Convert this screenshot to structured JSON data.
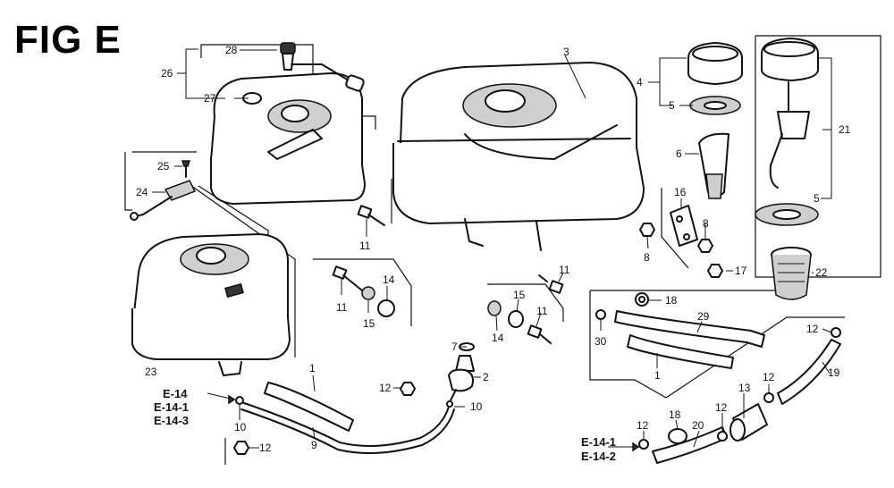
{
  "figure": {
    "title": "FIG E"
  },
  "callouts": {
    "c28": "28",
    "c26": "26",
    "c27": "27",
    "c3": "3",
    "c4": "4",
    "c5a": "5",
    "c6": "6",
    "c21": "21",
    "c5b": "5",
    "c16": "16",
    "c8a": "8",
    "c8b": "8",
    "c17": "17",
    "c22": "22",
    "c25": "25",
    "c24": "24",
    "c11a": "11",
    "c11b": "11",
    "c14a": "14",
    "c15a": "15",
    "c23": "23",
    "c11c": "11",
    "c15b": "15",
    "c11d": "11",
    "c14b": "14",
    "c18a": "18",
    "c29": "29",
    "c30": "30",
    "c1a": "1",
    "c12a": "12",
    "c19": "19",
    "c7": "7",
    "c2": "2",
    "c12b": "12",
    "c10a": "10",
    "c1b": "1",
    "c10b": "10",
    "c9": "9",
    "c12c": "12",
    "c13": "13",
    "c12d": "12",
    "c18b": "18",
    "c12e": "12",
    "c20": "20",
    "c12f": "12"
  },
  "references": {
    "left": [
      "E-14",
      "E-14-1",
      "E-14-3"
    ],
    "right": [
      "E-14-1",
      "E-14-2"
    ]
  }
}
